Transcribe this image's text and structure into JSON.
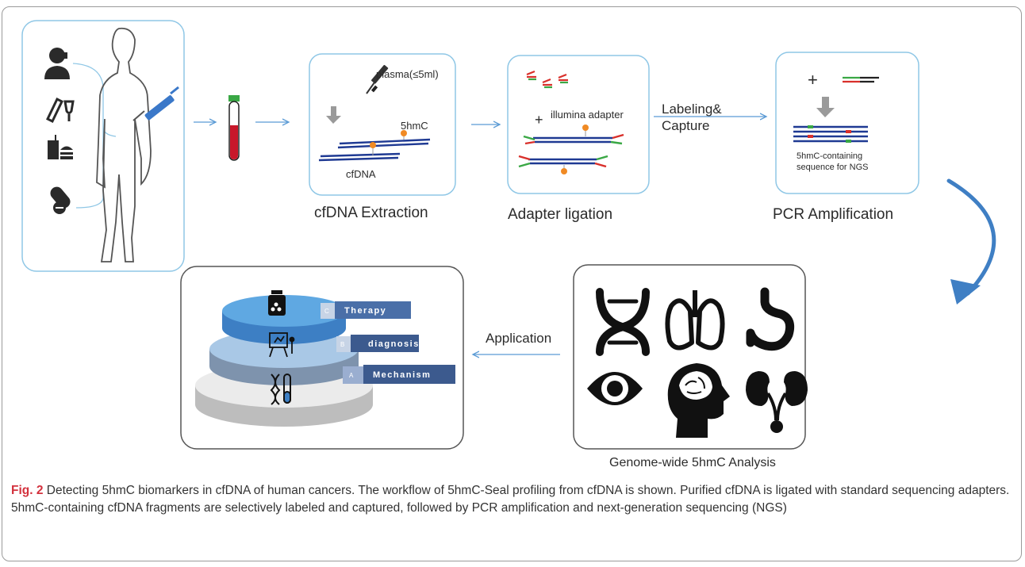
{
  "figure": {
    "stages": {
      "extraction": "cfDNA Extraction",
      "ligation": "Adapter ligation",
      "pcr": "PCR Amplification",
      "analysis": "Genome-wide 5hmC Analysis"
    },
    "extraction_box": {
      "plasma": "plasma(≤5ml)",
      "mark": "5hmC",
      "cfdna": "cfDNA"
    },
    "ligation_box": {
      "adapter": "illumina adapter"
    },
    "pcr_box": {
      "seq_line1": "5hmC-containing",
      "seq_line2": "sequence for NGS"
    },
    "labeling_line1": "Labeling&",
    "labeling_line2": "Capture",
    "application": "Application",
    "tiers": [
      {
        "letter": "C",
        "label": "Therapy"
      },
      {
        "letter": "B",
        "label": "diagnosis"
      },
      {
        "letter": "A",
        "label": "Mechanism"
      }
    ],
    "icons": [
      "patient-icon",
      "alcohol-icon",
      "fast-food-icon",
      "pills-icon",
      "human-body-icon",
      "syringe-icon",
      "blood-tube-icon",
      "dna-icon",
      "lungs-icon",
      "stomach-icon",
      "eye-icon",
      "brain-head-icon",
      "kidneys-icon"
    ],
    "colors": {
      "box_border": "#8fc7e6",
      "arrow": "#5b9bd5",
      "dna_strand": "#1f3a93",
      "mark": "#f08a24",
      "tier_top": "#3d8fd0",
      "tier_mid": "#8cb8e0",
      "tier_base": "#d5d5d5",
      "tag": "#4a6fa8"
    }
  },
  "caption": {
    "label": "Fig. 2",
    "text": "Detecting 5hmC biomarkers in cfDNA of human cancers. The workflow of 5hmC-Seal profiling from cfDNA is shown. Purified cfDNA is ligated with standard sequencing adapters. 5hmC-containing cfDNA fragments are selectively labeled and captured, followed by PCR amplification and next-generation sequencing (NGS)"
  }
}
